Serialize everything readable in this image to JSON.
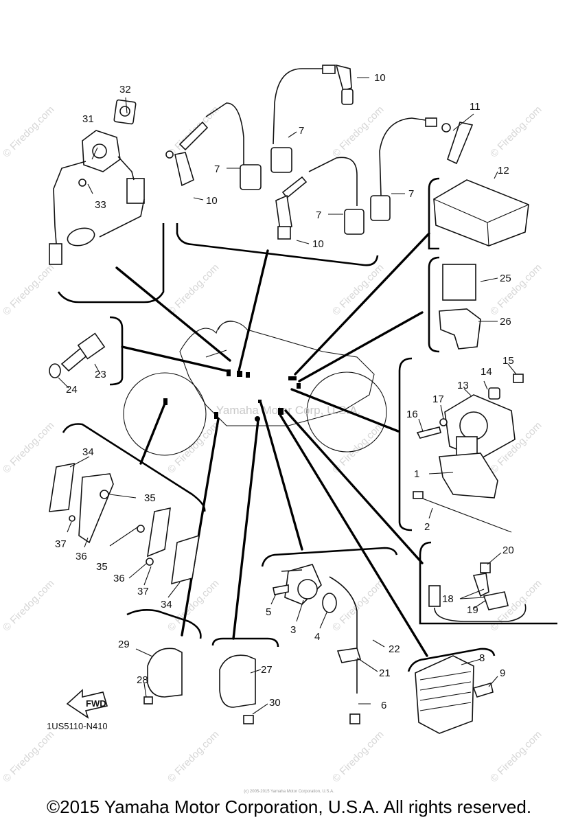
{
  "watermark": "© Firedog.com",
  "center_watermark": "Yamaha Motor Corp, U.S.A.",
  "diagram_code": "1US5110-N410",
  "fwd_label": "FWD",
  "tiny_copyright": "(c) 2005-2015 Yamaha Motor Corporation, U.S.A.",
  "copyright": "©2015 Yamaha Motor Corporation, U.S.A. All rights reserved.",
  "callouts": [
    "1",
    "2",
    "3",
    "4",
    "5",
    "6",
    "7",
    "8",
    "9",
    "10",
    "11",
    "12",
    "13",
    "14",
    "15",
    "16",
    "17",
    "18",
    "19",
    "20",
    "21",
    "22",
    "23",
    "24",
    "25",
    "26",
    "27",
    "28",
    "29",
    "30",
    "31",
    "32",
    "33",
    "34",
    "35",
    "36",
    "37"
  ]
}
